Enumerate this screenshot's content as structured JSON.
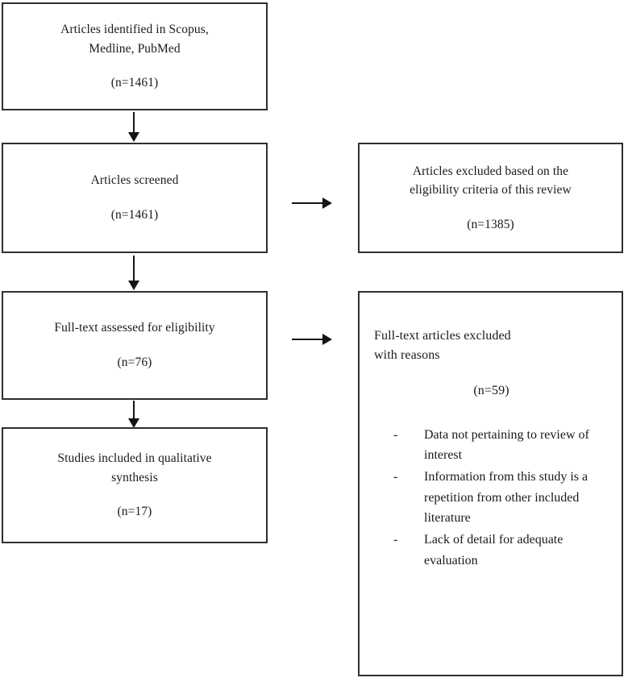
{
  "diagram": {
    "title": "PRISMA study selection flow diagram",
    "type": "flowchart",
    "background_color": "#ffffff",
    "border_color": "#2f2f2f",
    "text_color": "#1a1a1a"
  },
  "boxes": {
    "identified": {
      "line1": "Articles identified in Scopus,",
      "line2": "Medline, PubMed",
      "count": "(n=1461)"
    },
    "screened": {
      "line1": "Articles screened",
      "count": "(n=1461)"
    },
    "fulltext_assessed": {
      "line1": "Full-text assessed for eligibility",
      "count": "(n=76)"
    },
    "included": {
      "line1": "Studies included in qualitative",
      "line2": "synthesis",
      "count": "(n=17)"
    },
    "excluded_eligibility": {
      "line1": "Articles excluded based on the",
      "line2": "eligibility criteria of this review",
      "count": "(n=1385)"
    },
    "excluded_reasons": {
      "line1": "Full-text articles excluded",
      "line2": "with reasons",
      "count": "(n=59)",
      "bullet_marker": "-",
      "reasons": [
        "Data not pertaining to review of interest",
        "Information from this study is a repetition from other included literature",
        "Lack of detail for adequate evaluation"
      ]
    }
  },
  "arrows": {
    "identified_to_screened": "down-arrow",
    "screened_to_fulltext": "down-arrow",
    "fulltext_to_included": "down-arrow",
    "screened_to_excluded": "right-arrow",
    "fulltext_to_excluded_reasons": "right-arrow"
  }
}
